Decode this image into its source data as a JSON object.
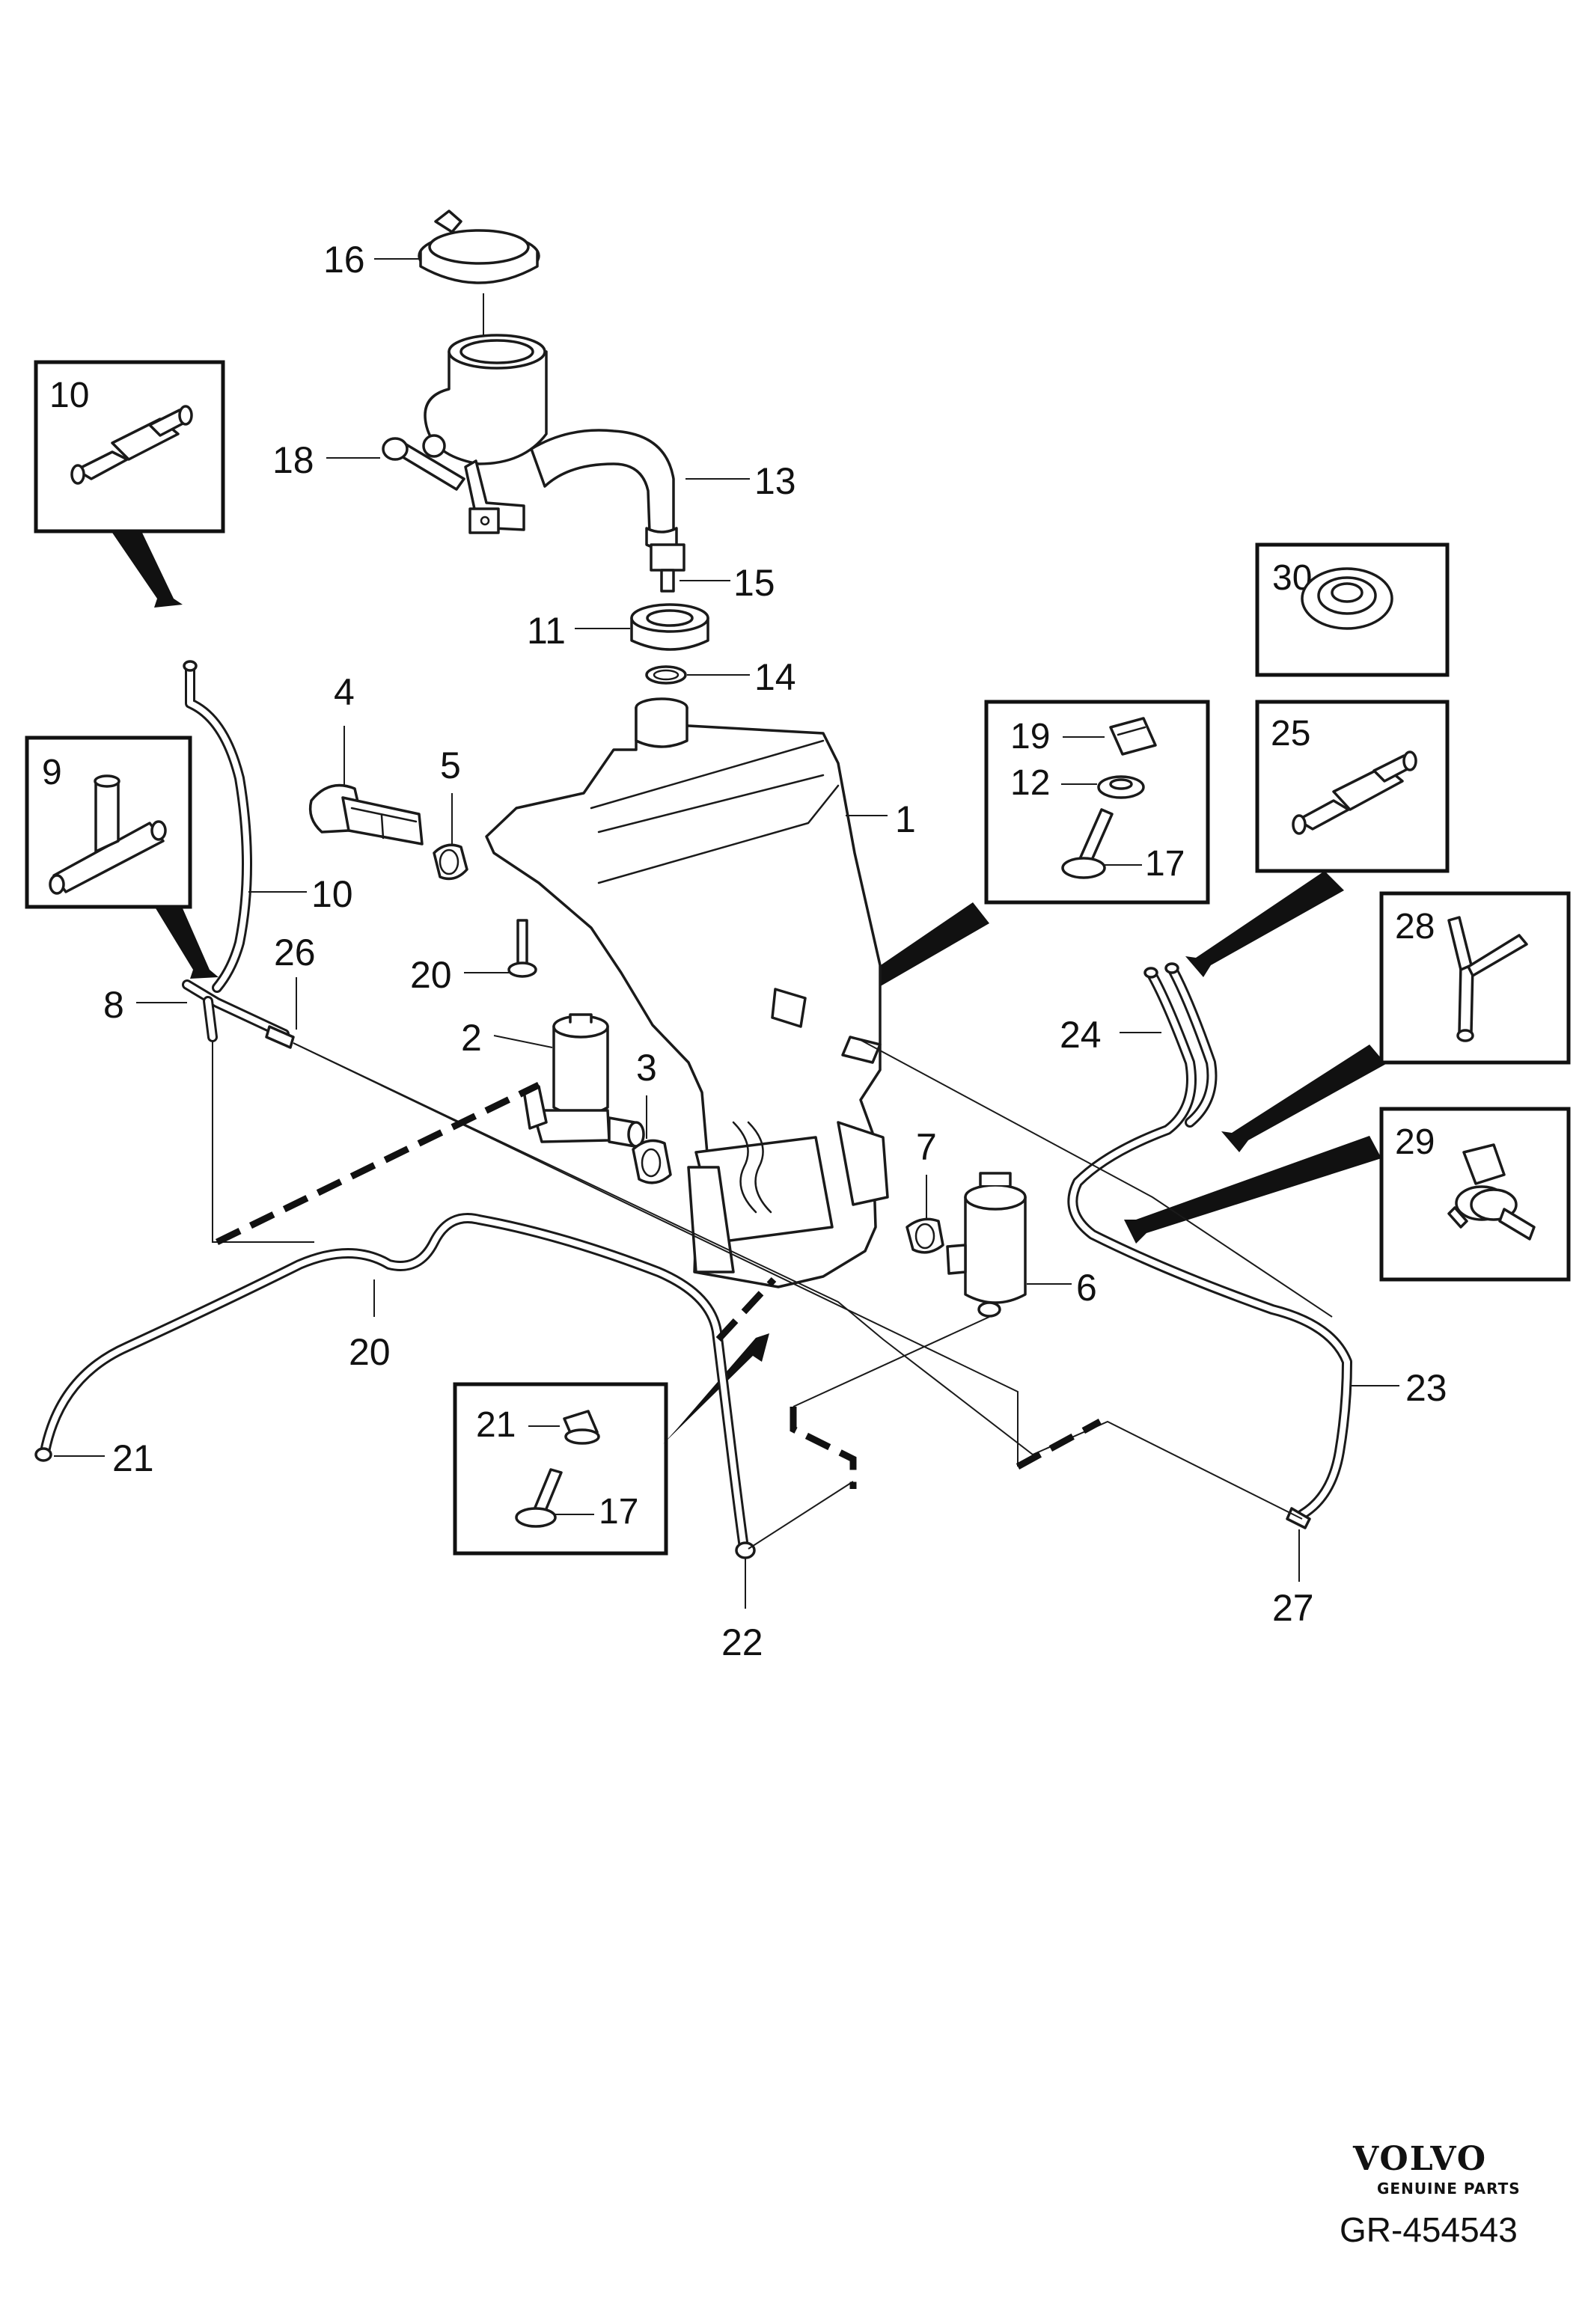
{
  "labels": {
    "p16": "16",
    "p18": "18",
    "p13": "13",
    "p15": "15",
    "p11": "11",
    "p14": "14",
    "p4": "4",
    "p5": "5",
    "p1": "1",
    "p20a": "20",
    "p2": "2",
    "p3": "3",
    "p7": "7",
    "p6": "6",
    "p10": "10",
    "p8": "8",
    "p26": "26",
    "p20b": "20",
    "p21": "21",
    "p22": "22",
    "p23": "23",
    "p24": "24",
    "p27": "27"
  },
  "insets": {
    "i10": "10",
    "i9": "9",
    "i30": "30",
    "i25": "25",
    "i28": "28",
    "i29": "29",
    "i19": "19",
    "i12": "12",
    "i17a": "17",
    "i21": "21",
    "i17b": "17"
  },
  "brand": {
    "name": "VOLVO",
    "subtitle": "GENUINE PARTS",
    "ref": "GR-454543"
  }
}
